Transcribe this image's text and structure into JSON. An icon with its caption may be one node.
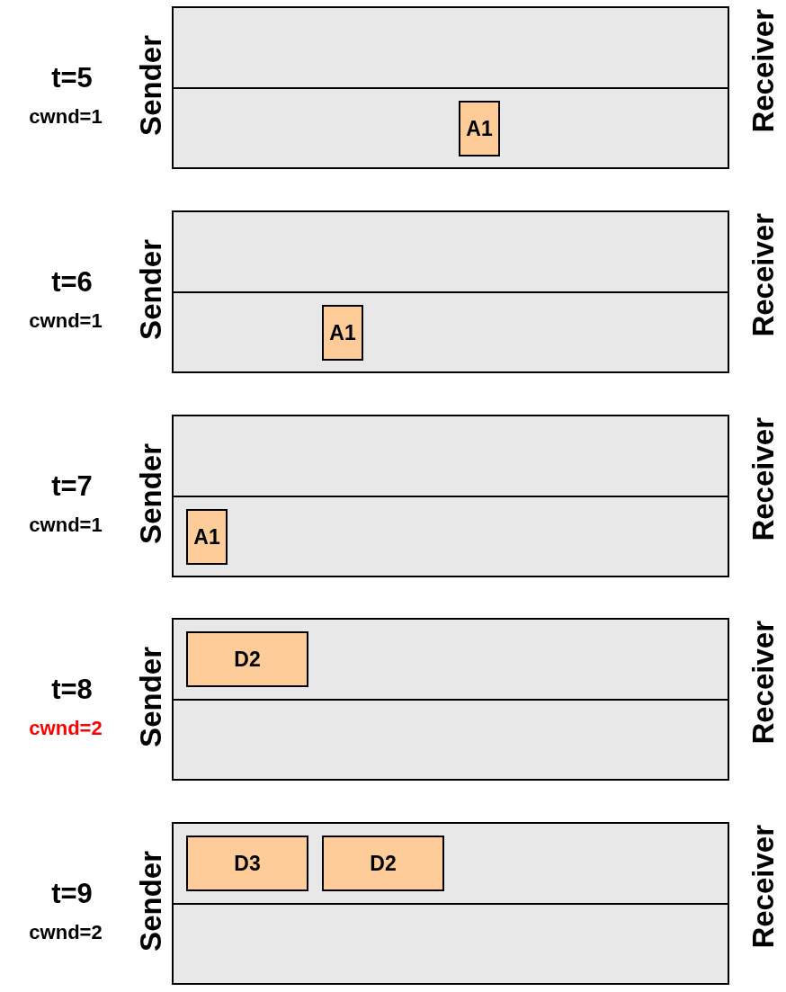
{
  "diagram": {
    "nodes": [
      {
        "text": [],
        "shape": "box",
        "beside": [
          "t=5",
          "cwnd=1",
          "Sender",
          "Receiver"
        ]
      },
      {
        "text": [
          "A1"
        ],
        "in": 0
      },
      {
        "text": [],
        "shape": "box",
        "beside": [
          "t=6",
          "cwnd=1",
          "Sender",
          "Receiver"
        ]
      },
      {
        "text": [
          "A1"
        ],
        "in": 2
      },
      {
        "text": [],
        "shape": "box",
        "beside": [
          "t=7",
          "cwnd=1",
          "Sender",
          "Receiver"
        ]
      },
      {
        "text": [
          "A1"
        ],
        "in": 4
      },
      {
        "text": [],
        "shape": "box",
        "beside": [
          "t=8",
          "cwnd=2",
          "Sender",
          "Receiver"
        ]
      },
      {
        "text": [
          "D2"
        ],
        "in": 6
      },
      {
        "text": [],
        "shape": "box",
        "beside": [
          "t=9",
          "cwnd=2",
          "Sender",
          "Receiver"
        ]
      },
      {
        "text": [
          "D3"
        ],
        "in": 8
      },
      {
        "text": [
          "D2"
        ],
        "in": 8
      }
    ]
  }
}
